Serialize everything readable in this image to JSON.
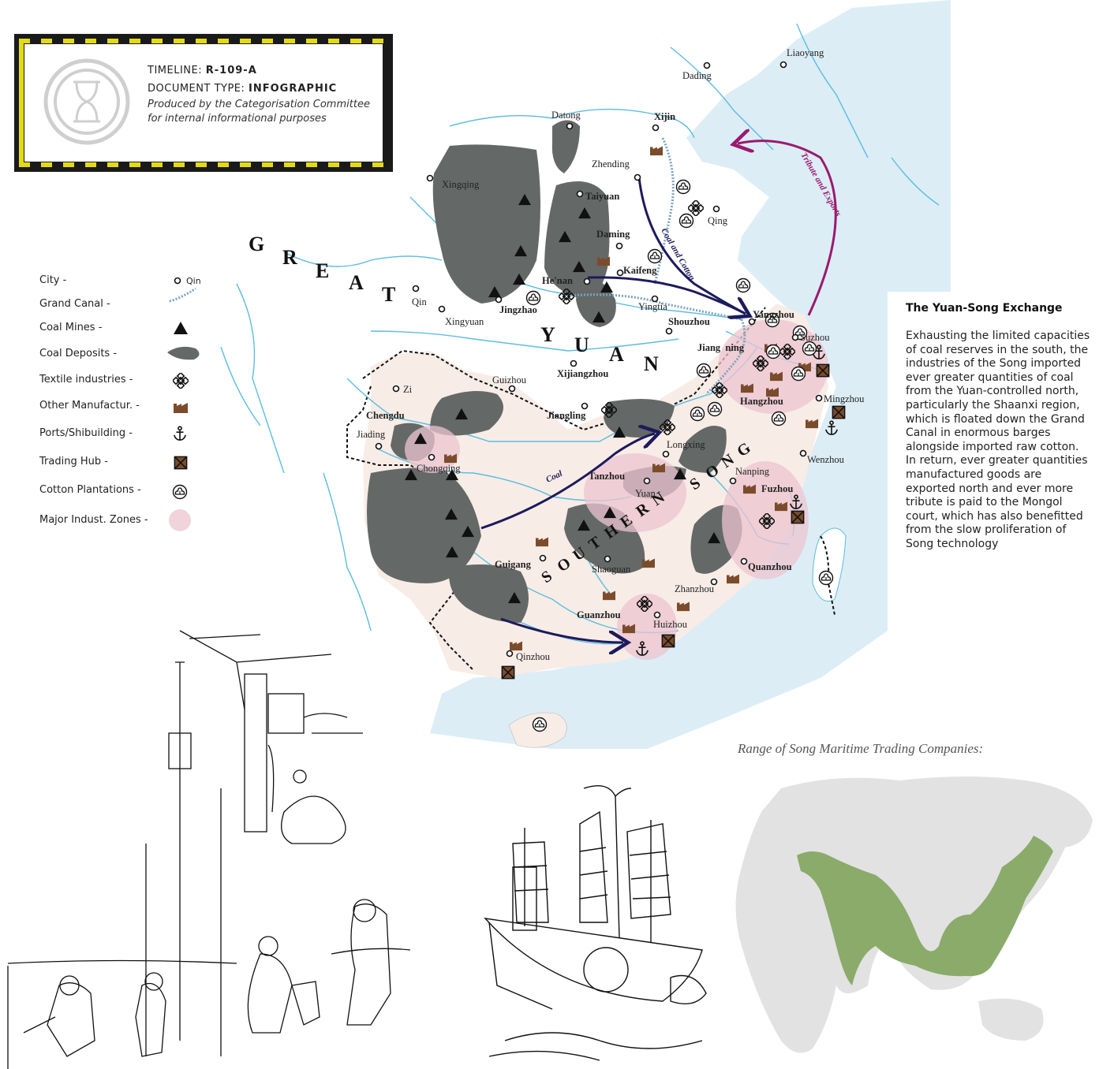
{
  "header": {
    "timeline_label": "TIMELINE:",
    "timeline_value": "R-109-A",
    "doctype_label": "DOCUMENT TYPE:",
    "doctype_value": "INFOGRAPHIC",
    "produced_by": "Produced by the Categorisation Committee for internal informational purposes"
  },
  "legend": {
    "items": [
      {
        "label": "City -",
        "sample": "Qin"
      },
      {
        "label": "Grand Canal -"
      },
      {
        "label": "Coal Mines -"
      },
      {
        "label": "Coal Deposits -"
      },
      {
        "label": "Textile industries -"
      },
      {
        "label": "Other Manufactur. -"
      },
      {
        "label": "Ports/Shibuilding -"
      },
      {
        "label": "Trading Hub -"
      },
      {
        "label": "Cotton Plantations -"
      },
      {
        "label": "Major Indust. Zones -"
      }
    ]
  },
  "regions": {
    "north": [
      "G",
      "R",
      "E",
      "A",
      "T",
      "Y",
      "U",
      "A",
      "N"
    ],
    "south": [
      "S",
      "O",
      "U",
      "T",
      "H",
      "E",
      "R",
      "N",
      "S",
      "O",
      "N",
      "G"
    ]
  },
  "cities": {
    "liaoyang": "Liaoyang",
    "dading": "Dading",
    "datong": "Datong",
    "xijin": "Xijin",
    "zhending": "Zhending",
    "xingqing": "Xingqing",
    "taiyuan": "Taiyuan",
    "qing": "Qing",
    "daming": "Daming",
    "kaifeng": "Kaifeng",
    "henan": "He'nan",
    "qin": "Qin",
    "jingzhao": "Jingzhao",
    "yingtia": "Yingtia",
    "xingyuan": "Xingyuan",
    "shouzhou": "Shouzhou",
    "yangzhou": "Yangzhou",
    "suzhou": "Suzhou",
    "jiangning": "Jiang  ning",
    "xijiangzhou": "Xijiangzhou",
    "zi": "Zi",
    "guizhou": "Guizhou",
    "chengdu": "Chengdu",
    "hangzhou": "Hangzhou",
    "mingzhou": "Mingzhou",
    "jiangling": "Jiangling",
    "jiading": "Jiading",
    "chongqing": "Chongqing",
    "longxing": "Longxing",
    "tanzhou": "Tanzhou",
    "nanping": "Nanping",
    "wenzhou": "Wenzhou",
    "yuan": "Yuan",
    "fuzhou": "Fuzhou",
    "guigang": "Guigang",
    "shaoguan": "Shaoguan",
    "quanzhou": "Quanzhou",
    "zhanzhou": "Zhanzhou",
    "guanzhou": "Guanzhou",
    "huizhou": "Huizhou",
    "qinzhou": "Qinzhou"
  },
  "routes": {
    "coal_cotton": "Coal and Cotton",
    "tribute": "Tribute and Exports",
    "coal": "Coal"
  },
  "side_panel": {
    "title": "The Yuan-Song Exchange",
    "body": "Exhausting the limited capacities of coal reserves in the south, the industries of the Song imported ever greater quantities of coal from the Yuan-controlled north, particularly the Shaanxi region, which is floated down the Grand Canal in enormous barges alongside imported raw cotton. In return, ever greater quantities manufactured goods are exported north and ever more tribute is paid to the Mongol court, which has also benefitted from the slow proliferation of Song technology"
  },
  "maritime": {
    "title": "Range of Song Maritime Trading Companies:"
  },
  "colors": {
    "sea": "#dcedf6",
    "river": "#5bbde0",
    "coal_deposit": "#646968",
    "song_land": "#f8ece6",
    "industrial_zone": "#ecc4d0",
    "manufacture": "#7a4c2c",
    "route_coal": "#1d1a5c",
    "route_tribute": "#9a1a6e",
    "canal": "#7aa3bd",
    "trade_range": "#8aab6a",
    "world_land": "#e2e2e2",
    "hazard_yellow": "#e3da17"
  }
}
